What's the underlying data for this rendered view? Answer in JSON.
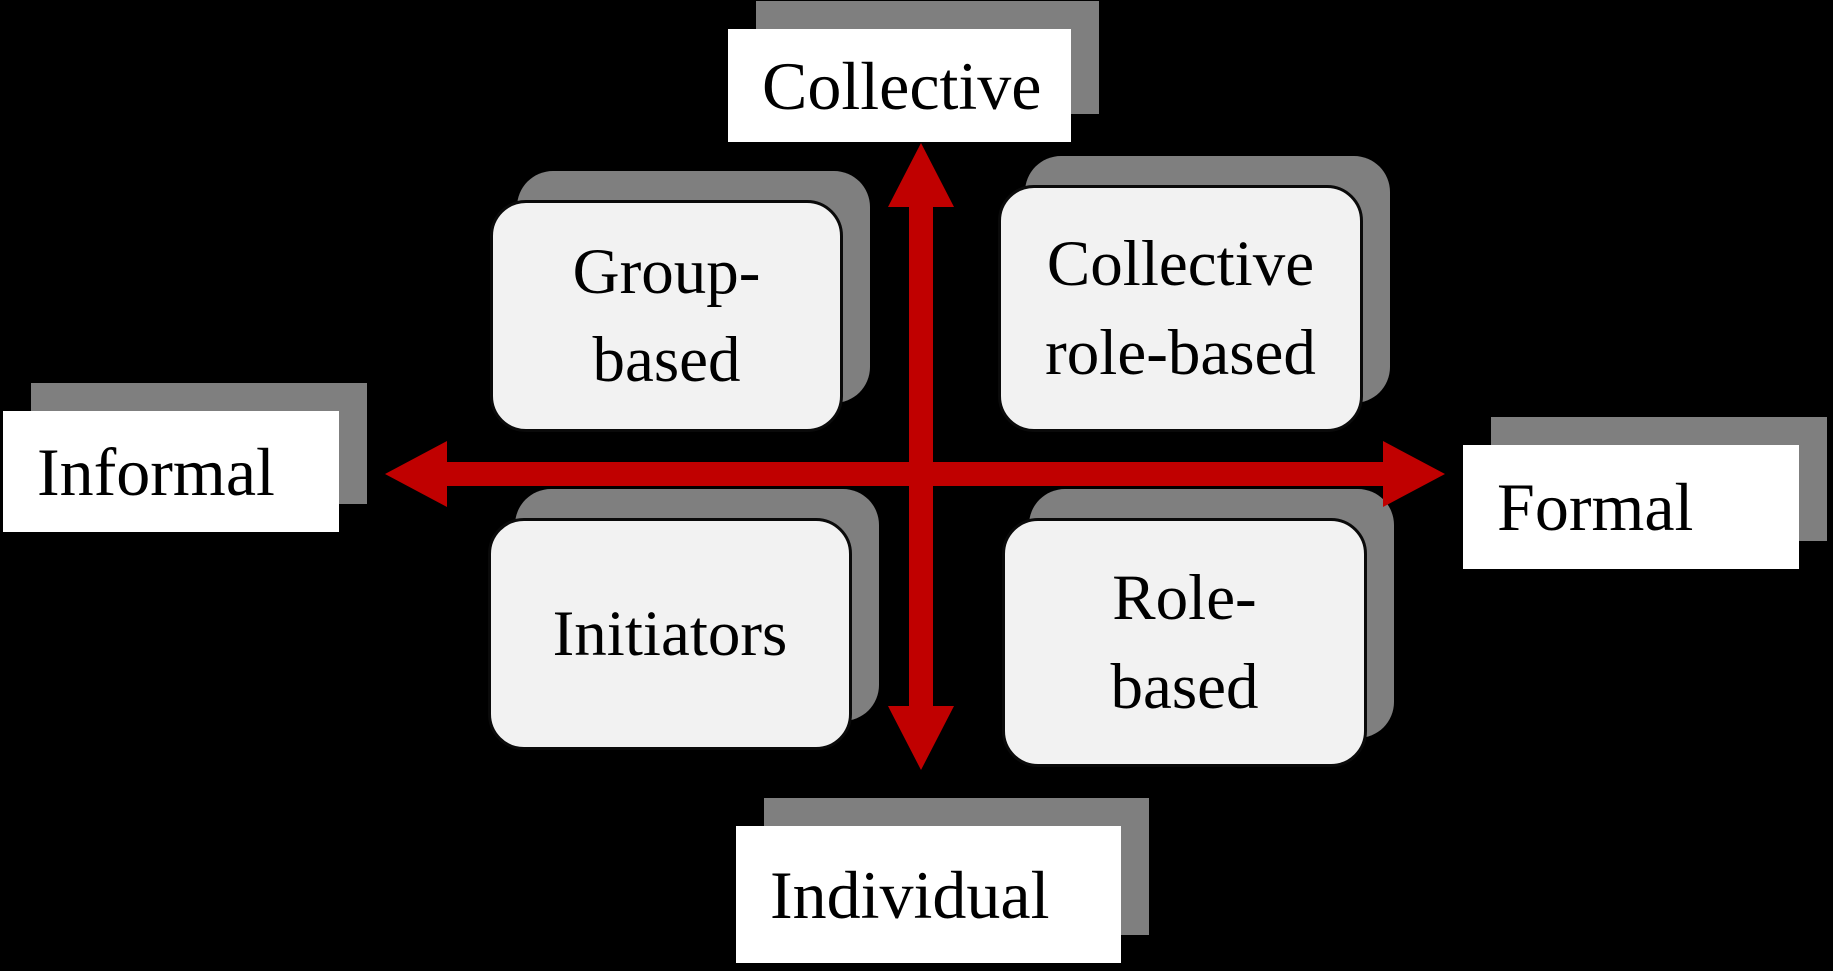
{
  "diagram": {
    "axes": {
      "vertical": {
        "top_label": "Collective",
        "bottom_label": "Individual"
      },
      "horizontal": {
        "left_label": "Informal",
        "right_label": "Formal"
      }
    },
    "quadrants": {
      "top_left": "Group-\nbased",
      "top_right": "Collective\nrole-based",
      "bottom_left": "Initiators",
      "bottom_right": "Role-\nbased"
    }
  },
  "colors": {
    "arrow-red": "#c00000",
    "shadow-gray": "#7f7f7f",
    "box-fill": "#f2f2f2",
    "label-bg": "#ffffff",
    "ink": "#000000",
    "bg": "#000000"
  }
}
